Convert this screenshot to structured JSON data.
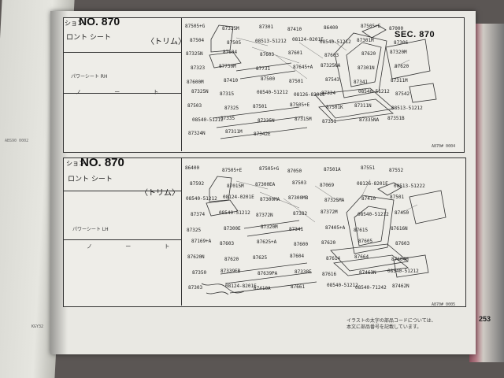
{
  "page": {
    "number": "253",
    "section_tab": "SEC. 870",
    "footnote_line1": "イラストの太字の部品コードについては、",
    "footnote_line2": "本文に部品番号を記載しています。",
    "bottom_left_code": "KGY32"
  },
  "left_page": {
    "code": "ABS90 0002"
  },
  "sections": [
    {
      "number_label": "NO. 870",
      "prefix": "ション",
      "title": "ロント シート",
      "trim": "〈トリム〉",
      "note": "パワーシート RH",
      "memo": "ノ ー ト",
      "figure_code": "A870# 0004",
      "parts": [
        "87505+G",
        "87315M",
        "87301",
        "87410",
        "86400",
        "87505+E",
        "87000",
        "87504",
        "87505",
        "08513-51212",
        "08124-0201E",
        "08540-51212",
        "87301M",
        "87306",
        "87325N",
        "87604",
        "87603",
        "87601",
        "87603",
        "87620",
        "87320M",
        "87323",
        "87730M",
        "87731",
        "87645+A",
        "87325NA",
        "87301N",
        "87620",
        "87600M",
        "87410",
        "87500",
        "87501",
        "87543",
        "87341",
        "87311M",
        "87325N",
        "87315",
        "08540-51212",
        "08126-8201E",
        "87324",
        "08540-51212",
        "87542",
        "87503",
        "87325",
        "87501",
        "87505+E",
        "87501K",
        "87311N",
        "08513-51212",
        "08540-51212",
        "87335",
        "87335N",
        "87315M",
        "87351",
        "87335NA",
        "87351B",
        "87324N",
        "87311M",
        "87342E"
      ]
    },
    {
      "number_label": "NO. 870",
      "prefix": "ション",
      "title": "ロント シート",
      "trim": "〈トリム〉",
      "note": "パワーシート LH",
      "memo": "ノ ー ト",
      "figure_code": "A870# 0005",
      "parts": [
        "86400",
        "87505+E",
        "87505+G",
        "87050",
        "87501A",
        "87551",
        "87552",
        "87592",
        "87015M",
        "87300EA",
        "87503",
        "87069",
        "08126-8201E",
        "08513-51222",
        "08540-51212",
        "08124-0201E",
        "87300MA",
        "87300MB",
        "87325MA",
        "87410",
        "87501",
        "87374",
        "08540-51212",
        "87372N",
        "87382",
        "87372M",
        "08540-51212",
        "87450",
        "87325",
        "87300E",
        "87320M",
        "87341",
        "87405+A",
        "87615",
        "87616N",
        "87169+A",
        "87603",
        "87625+A",
        "87600",
        "87620",
        "87605",
        "87603",
        "87620N",
        "87620",
        "87625",
        "87604",
        "87614",
        "87664",
        "87604M",
        "87350",
        "87339EB",
        "87639PA",
        "87338E",
        "87616",
        "87463N",
        "08540-51212",
        "87303",
        "08124-8201E",
        "87410A",
        "87661",
        "08540-51212",
        "08540-71242",
        "87462N"
      ]
    }
  ]
}
